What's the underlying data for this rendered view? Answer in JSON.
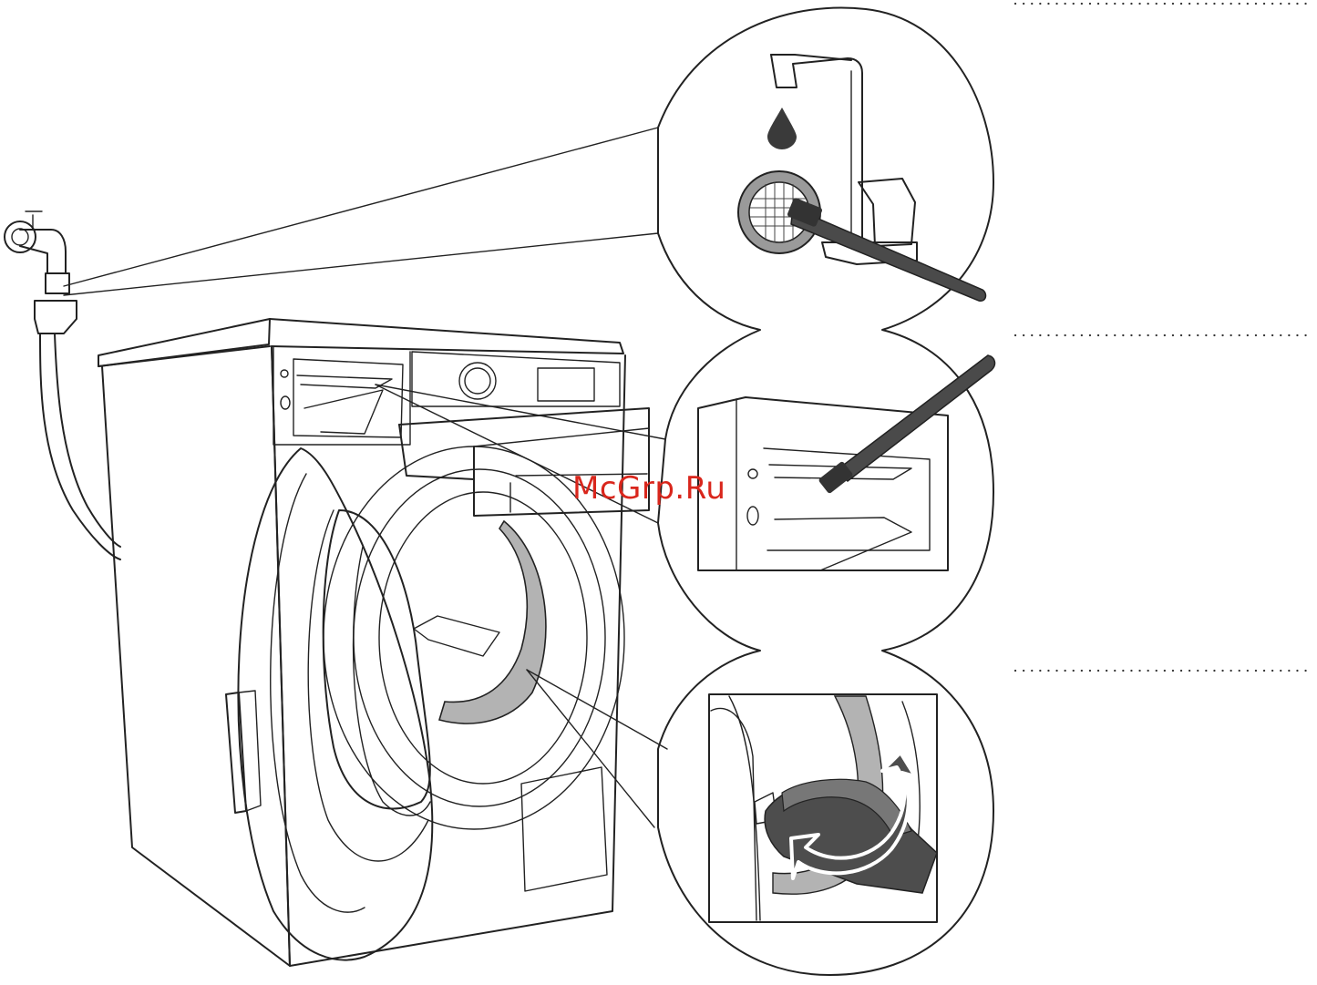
{
  "watermark": {
    "text": "McGrp.Ru"
  },
  "colors": {
    "line": "#222222",
    "seal": "#b3b3b3",
    "seal_detail": "#9a9a9a",
    "brush": "#4a4a4a",
    "arrow": "#4d4d4d",
    "water_drop": "#3a3a3a",
    "watermark": "#d9261c"
  },
  "panels": [
    {
      "id": "tap-filter",
      "icons": [
        "faucet-icon",
        "water-drop-icon",
        "mesh-filter-icon",
        "toothbrush-icon"
      ]
    },
    {
      "id": "detergent-drawer",
      "icons": [
        "toothbrush-icon"
      ]
    },
    {
      "id": "door-seal",
      "icons": [
        "rotate-arrow-icon"
      ]
    }
  ]
}
